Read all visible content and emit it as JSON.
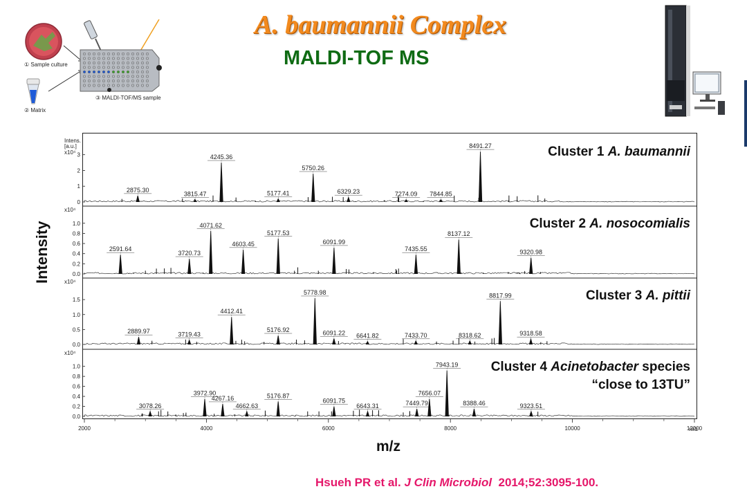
{
  "header": {
    "title": "A. baumannii Complex",
    "subtitle": "MALDI-TOF MS"
  },
  "workflow": {
    "step1": "① Sample culture",
    "step2": "② Matrix",
    "step3": "③ MALDI-TOF/MS sample plate"
  },
  "colors": {
    "title": "#f28a1e",
    "subtitle": "#0f6b14",
    "citation": "#e5176a",
    "trace": "#111111"
  },
  "citation": {
    "authors": "Hsueh PR et al.",
    "journal": "J Clin Microbiol",
    "ref": "2014;52:3095-100."
  },
  "chart_data": {
    "type": "line",
    "xlabel": "m/z",
    "ylabel": "Intensity",
    "x_unit": "m/z",
    "xlim": [
      2000,
      12000
    ],
    "x_ticks": [
      2000,
      4000,
      6000,
      8000,
      10000,
      12000
    ],
    "intensity_header": [
      "Intens.",
      "[a.u.]"
    ],
    "panels": [
      {
        "label_prefix": "Cluster 1",
        "label_species": "A. baumannii",
        "scale": "x10⁴",
        "yticks": [
          "0",
          "1",
          "2",
          "3"
        ],
        "ylim": [
          0,
          3.6
        ],
        "peaks": [
          {
            "mz": 2875.3,
            "y": 0.4,
            "label": "2875.30"
          },
          {
            "mz": 3815.47,
            "y": 0.15,
            "label": "3815.47"
          },
          {
            "mz": 4245.36,
            "y": 2.5,
            "label": "4245.36"
          },
          {
            "mz": 5177.41,
            "y": 0.2,
            "label": "5177.41"
          },
          {
            "mz": 5750.26,
            "y": 1.8,
            "label": "5750.26"
          },
          {
            "mz": 6329.23,
            "y": 0.3,
            "label": "6329.23"
          },
          {
            "mz": 7274.09,
            "y": 0.15,
            "label": "7274.09"
          },
          {
            "mz": 7844.85,
            "y": 0.15,
            "label": "7844.85"
          },
          {
            "mz": 8491.27,
            "y": 3.2,
            "label": "8491.27"
          }
        ]
      },
      {
        "label_prefix": "Cluster 2",
        "label_species": "A. nosocomialis",
        "scale": "x10⁴",
        "yticks": [
          "0.0",
          "0.2",
          "0.4",
          "0.6",
          "0.8",
          "1.0"
        ],
        "ylim": [
          0,
          1.12
        ],
        "peaks": [
          {
            "mz": 2591.64,
            "y": 0.38,
            "label": "2591.64"
          },
          {
            "mz": 3720.73,
            "y": 0.3,
            "label": "3720.73"
          },
          {
            "mz": 4071.62,
            "y": 0.85,
            "label": "4071.62"
          },
          {
            "mz": 4603.45,
            "y": 0.48,
            "label": "4603.45"
          },
          {
            "mz": 5177.53,
            "y": 0.7,
            "label": "5177.53"
          },
          {
            "mz": 6091.99,
            "y": 0.52,
            "label": "6091.99"
          },
          {
            "mz": 7435.55,
            "y": 0.38,
            "label": "7435.55"
          },
          {
            "mz": 8137.12,
            "y": 0.68,
            "label": "8137.12"
          },
          {
            "mz": 9320.98,
            "y": 0.32,
            "label": "9320.98"
          }
        ]
      },
      {
        "label_prefix": "Cluster 3",
        "label_species": "A. pittii",
        "scale": "x10⁴",
        "yticks": [
          "0.0",
          "0.5",
          "1.0",
          "1.5"
        ],
        "ylim": [
          0,
          1.85
        ],
        "peaks": [
          {
            "mz": 2889.97,
            "y": 0.25,
            "label": "2889.97"
          },
          {
            "mz": 3719.43,
            "y": 0.15,
            "label": "3719.43"
          },
          {
            "mz": 4412.41,
            "y": 0.92,
            "label": "4412.41"
          },
          {
            "mz": 5176.92,
            "y": 0.3,
            "label": "5176.92"
          },
          {
            "mz": 5778.98,
            "y": 1.55,
            "label": "5778.98"
          },
          {
            "mz": 6091.22,
            "y": 0.2,
            "label": "6091.22"
          },
          {
            "mz": 6641.82,
            "y": 0.1,
            "label": "6641.82"
          },
          {
            "mz": 7433.7,
            "y": 0.12,
            "label": "7433.70"
          },
          {
            "mz": 8318.62,
            "y": 0.12,
            "label": "8318.62"
          },
          {
            "mz": 8817.99,
            "y": 1.45,
            "label": "8817.99"
          },
          {
            "mz": 9318.58,
            "y": 0.18,
            "label": "9318.58"
          }
        ]
      },
      {
        "label_prefix": "Cluster 4",
        "label_species": "Acinetobacter",
        "label_suffix": " species",
        "label_line2": "“close to 13TU”",
        "scale": "x10⁴",
        "yticks": [
          "0.0",
          "0.2",
          "0.4",
          "0.6",
          "0.8",
          "1.0"
        ],
        "ylim": [
          0,
          1.12
        ],
        "peaks": [
          {
            "mz": 3078.26,
            "y": 0.1,
            "label": "3078.26"
          },
          {
            "mz": 3972.9,
            "y": 0.35,
            "label": "3972.90"
          },
          {
            "mz": 4267.16,
            "y": 0.25,
            "label": "4267.16"
          },
          {
            "mz": 4662.63,
            "y": 0.1,
            "label": "4662.63"
          },
          {
            "mz": 5176.87,
            "y": 0.3,
            "label": "5176.87"
          },
          {
            "mz": 6091.75,
            "y": 0.2,
            "label": "6091.75"
          },
          {
            "mz": 6643.31,
            "y": 0.1,
            "label": "6643.31"
          },
          {
            "mz": 7449.79,
            "y": 0.15,
            "label": "7449.79"
          },
          {
            "mz": 7656.07,
            "y": 0.35,
            "label": "7656.07"
          },
          {
            "mz": 7943.19,
            "y": 0.92,
            "label": "7943.19"
          },
          {
            "mz": 8388.46,
            "y": 0.15,
            "label": "8388.46"
          },
          {
            "mz": 9323.51,
            "y": 0.1,
            "label": "9323.51"
          }
        ]
      }
    ]
  }
}
